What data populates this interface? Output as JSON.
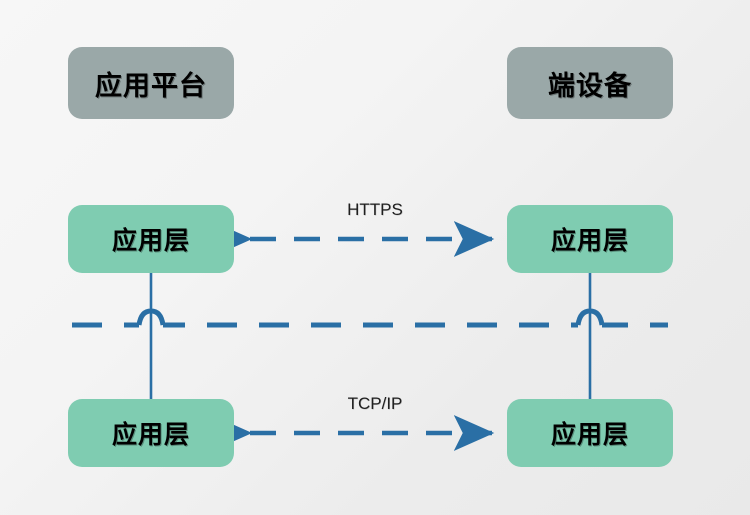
{
  "diagram": {
    "background_color": "#f2f2f2",
    "colors": {
      "header_box": "#9aa8a8",
      "layer_box": "#7fccb1",
      "connector": "#2a6fa5",
      "text": "#000000"
    },
    "columns": [
      {
        "id": "platform",
        "header": "应用平台"
      },
      {
        "id": "device",
        "header": "端设备"
      }
    ],
    "headers": {
      "left": "应用平台",
      "right": "端设备"
    },
    "rows": [
      {
        "id": "application-layer",
        "left_label": "应用层",
        "right_label": "应用层",
        "protocol": "HTTPS"
      },
      {
        "id": "network-layer",
        "left_label": "应用层",
        "right_label": "应用层",
        "protocol": "TCP/IP"
      }
    ],
    "boxes": {
      "app_left": "应用层",
      "app_right": "应用层",
      "net_left": "应用层",
      "net_right": "应用层"
    },
    "edges": {
      "https": {
        "label": "HTTPS",
        "style": "dashed",
        "arrows": "both"
      },
      "tcpip": {
        "label": "TCP/IP",
        "style": "dashed",
        "arrows": "both"
      },
      "divider": {
        "style": "dashed",
        "has_hops": true,
        "hop_count": 2
      },
      "vertical_connectors": 2
    },
    "icons": {
      "arrow_left": "arrow-left-icon",
      "arrow_right": "arrow-right-icon",
      "hop": "wire-hop-icon"
    }
  }
}
